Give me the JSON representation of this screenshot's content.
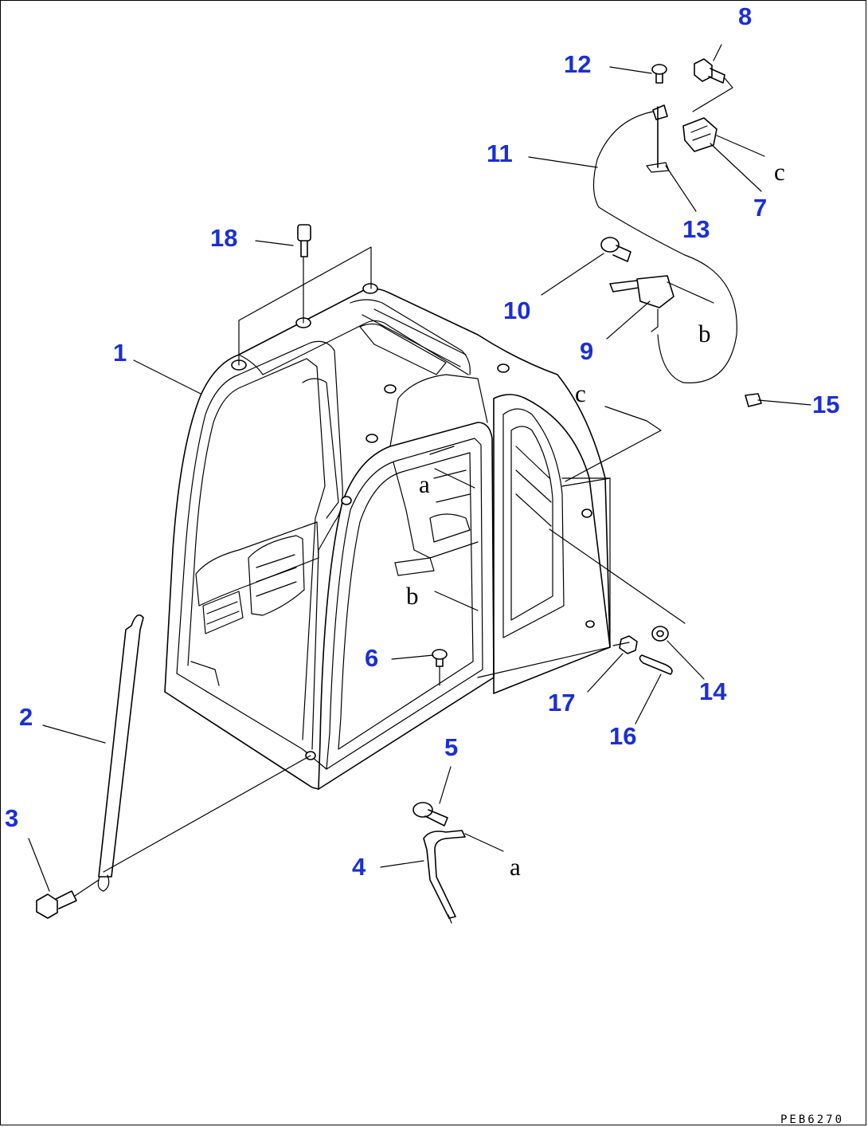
{
  "colors": {
    "callout": "#1a2fd6",
    "line": "#000000",
    "background": "#ffffff"
  },
  "callouts": [
    {
      "id": "1",
      "label": "1"
    },
    {
      "id": "2",
      "label": "2"
    },
    {
      "id": "3",
      "label": "3"
    },
    {
      "id": "4",
      "label": "4"
    },
    {
      "id": "5",
      "label": "5"
    },
    {
      "id": "6",
      "label": "6"
    },
    {
      "id": "7",
      "label": "7"
    },
    {
      "id": "8",
      "label": "8"
    },
    {
      "id": "9",
      "label": "9"
    },
    {
      "id": "10",
      "label": "10"
    },
    {
      "id": "11",
      "label": "11"
    },
    {
      "id": "12",
      "label": "12"
    },
    {
      "id": "13",
      "label": "13"
    },
    {
      "id": "14",
      "label": "14"
    },
    {
      "id": "15",
      "label": "15"
    },
    {
      "id": "16",
      "label": "16"
    },
    {
      "id": "17",
      "label": "17"
    },
    {
      "id": "18",
      "label": "18"
    }
  ],
  "references": {
    "a": "a",
    "b": "b",
    "c": "c"
  },
  "drawing_code": "PEB6270"
}
